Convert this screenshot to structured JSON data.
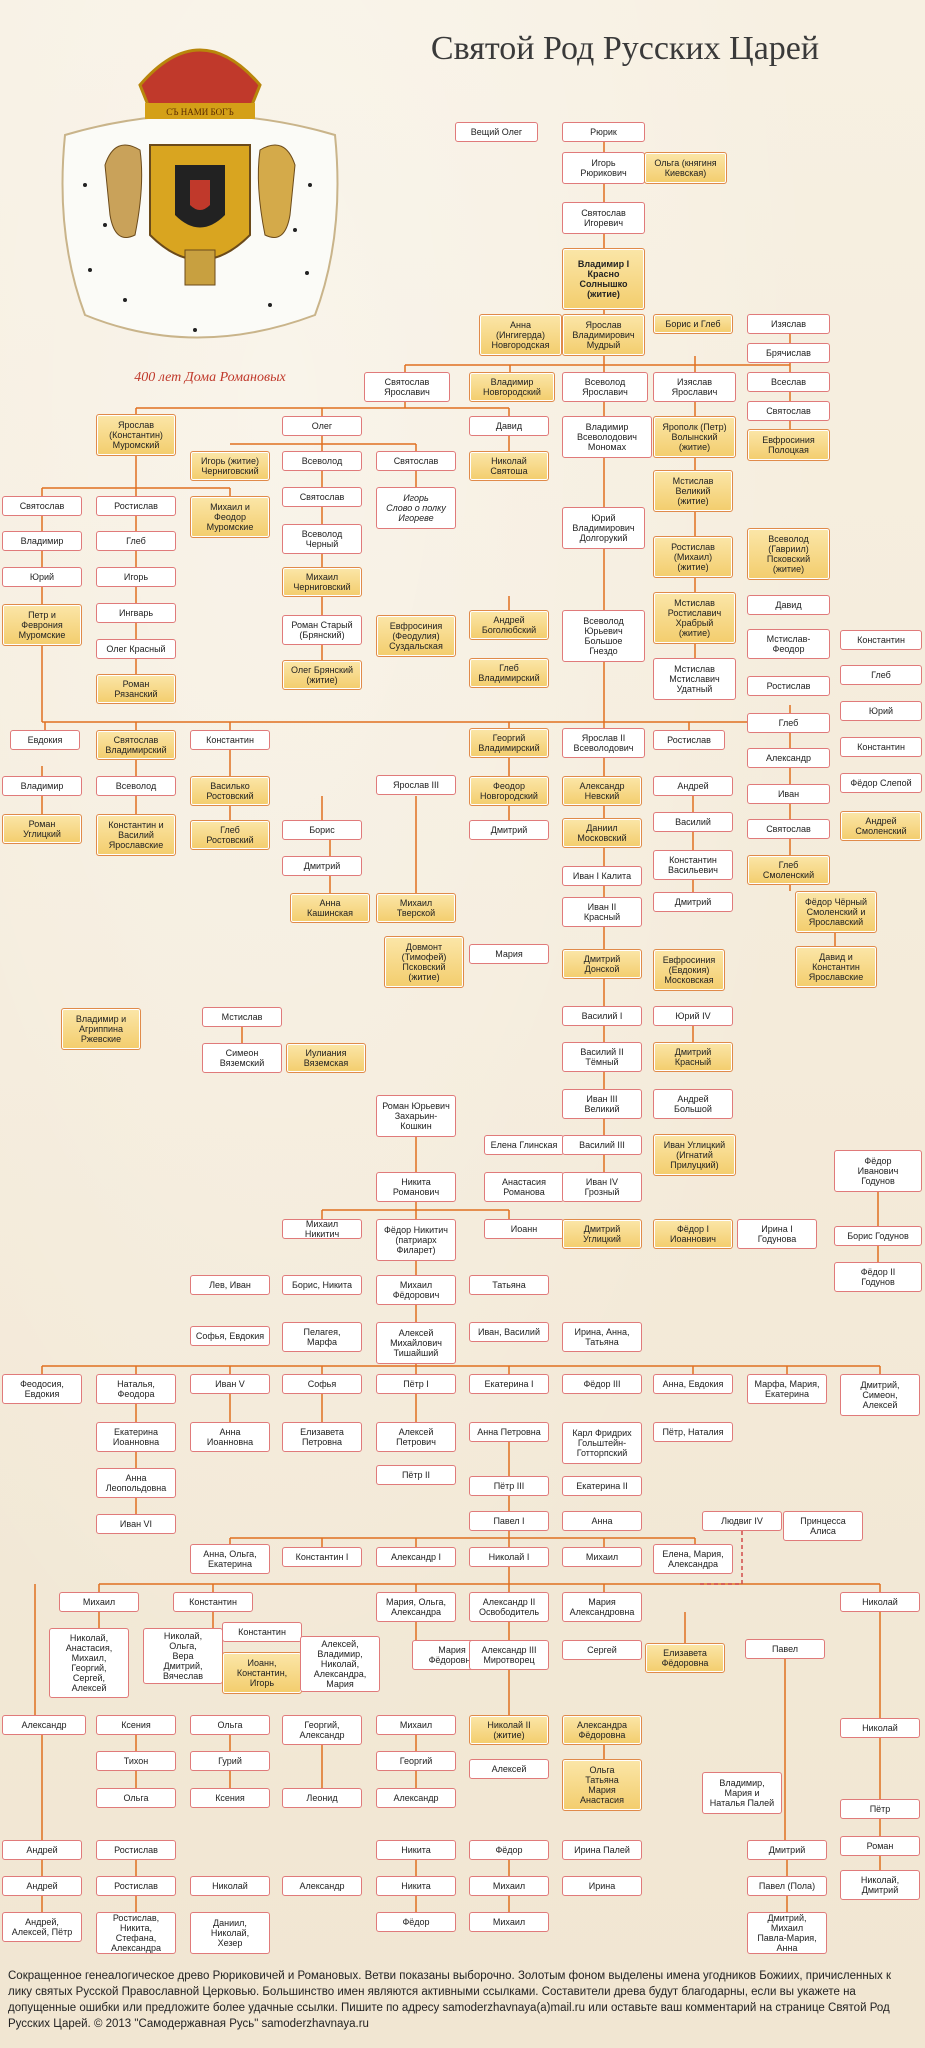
{
  "header": {
    "title": "Святой Род Русских Царей",
    "anniversary": "400 лет Дома Романовых",
    "crest_motto": "СЪ НАМИ БОГЪ"
  },
  "colors": {
    "line_primary": "#e07020",
    "line_secondary": "#d24a4a",
    "saint_fill": "#f3cd6d",
    "node_border": "#e07a7a"
  },
  "nodes": [
    {
      "t": "Вещий Олег"
    },
    {
      "t": "Рюрик"
    },
    {
      "t": "Игорь\nРюрикович"
    },
    {
      "t": "Ольга (княгиня\nКиевская)",
      "s": 1
    },
    {
      "t": "Святослав\nИгоревич"
    },
    {
      "t": "Владимир I\nКрасно\nСолнышко\n(житие)",
      "s": 1,
      "b": 1
    },
    {
      "t": "Анна\n(Ингигерда)\nНовгородская",
      "s": 1
    },
    {
      "t": "Ярослав\nВладимирович\nМудрый",
      "s": 1
    },
    {
      "t": "Борис и Глеб",
      "s": 1
    },
    {
      "t": "Изяслав"
    },
    {
      "t": "Брячислав"
    },
    {
      "t": "Всеслав"
    },
    {
      "t": "Святослав"
    },
    {
      "t": "Евфросиния\nПолоцкая",
      "s": 1
    },
    {
      "t": "Святослав\nЯрославич"
    },
    {
      "t": "Владимир\nНовгородский",
      "s": 1
    },
    {
      "t": "Всеволод\nЯрославич"
    },
    {
      "t": "Изяслав\nЯрославич"
    },
    {
      "t": "Ярослав\n(Константин)\nМуромский",
      "s": 1
    },
    {
      "t": "Олег"
    },
    {
      "t": "Давид"
    },
    {
      "t": "Владимир\nВсеволодович\nМономах"
    },
    {
      "t": "Ярополк (Петр)\nВолынский\n(житие)",
      "s": 1
    },
    {
      "t": "Игорь (житие)\nЧерниговский",
      "s": 1
    },
    {
      "t": "Всеволод"
    },
    {
      "t": "Святослав"
    },
    {
      "t": "Николай\nСвятоша",
      "s": 1
    },
    {
      "t": "Мстислав\nВеликий\n(житие)",
      "s": 1
    },
    {
      "t": "Святослав"
    },
    {
      "t": "Ростислав"
    },
    {
      "t": "Михаил и\nФеодор\nМуромские",
      "s": 1
    },
    {
      "t": "Святослав"
    },
    {
      "t": "Игорь\nСлово о полку\nИгореве",
      "i": 1
    },
    {
      "t": "Юрий\nВладимирович\nДолгорукий"
    },
    {
      "t": "Владимир"
    },
    {
      "t": "Глеб"
    },
    {
      "t": "Всеволод\nЧерный"
    },
    {
      "t": "Ростислав\n(Михаил)\n(житие)",
      "s": 1
    },
    {
      "t": "Всеволод\n(Гавриил)\nПсковский\n(житие)",
      "s": 1
    },
    {
      "t": "Юрий"
    },
    {
      "t": "Игорь"
    },
    {
      "t": "Михаил\nЧерниговский",
      "s": 1
    },
    {
      "t": "Давид"
    },
    {
      "t": "Петр и\nФеврония\nМуромские",
      "s": 1
    },
    {
      "t": "Ингварь"
    },
    {
      "t": "Роман Старый\n(Брянский)"
    },
    {
      "t": "Евфросиния\n(Феодулия)\nСуздальская",
      "s": 1
    },
    {
      "t": "Андрей\nБоголюбский",
      "s": 1
    },
    {
      "t": "Всеволод\nЮрьевич\nБольшое\nГнездо"
    },
    {
      "t": "Мстислав\nРостиславич\nХрабрый\n(житие)",
      "s": 1
    },
    {
      "t": "Мстислав-\nФеодор"
    },
    {
      "t": "Константин"
    },
    {
      "t": "Олег Красный"
    },
    {
      "t": "Олег Брянский\n(житие)",
      "s": 1
    },
    {
      "t": "Глеб\nВладимирский",
      "s": 1
    },
    {
      "t": "Мстислав\nМстиславич\nУдатный"
    },
    {
      "t": "Глеб"
    },
    {
      "t": "Роман\nРязанский",
      "s": 1
    },
    {
      "t": "Ростислав"
    },
    {
      "t": "Юрий"
    },
    {
      "t": "Евдокия"
    },
    {
      "t": "Святослав\nВладимирский",
      "s": 1
    },
    {
      "t": "Константин"
    },
    {
      "t": "Георгий\nВладимирский",
      "s": 1
    },
    {
      "t": "Ярослав II\nВсеволодович"
    },
    {
      "t": "Ростислав"
    },
    {
      "t": "Глеб"
    },
    {
      "t": "Константин"
    },
    {
      "t": "Владимир"
    },
    {
      "t": "Всеволод"
    },
    {
      "t": "Василько\nРостовский",
      "s": 1
    },
    {
      "t": "Ярослав III"
    },
    {
      "t": "Феодор\nНовгородский",
      "s": 1
    },
    {
      "t": "Александр\nНевский",
      "s": 1
    },
    {
      "t": "Андрей"
    },
    {
      "t": "Александр"
    },
    {
      "t": "Фёдор Слепой"
    },
    {
      "t": "Роман\nУглицкий",
      "s": 1
    },
    {
      "t": "Константин и\nВасилий\nЯрославские",
      "s": 1
    },
    {
      "t": "Глеб\nРостовский",
      "s": 1
    },
    {
      "t": "Борис"
    },
    {
      "t": "Дмитрий"
    },
    {
      "t": "Даниил\nМосковский",
      "s": 1
    },
    {
      "t": "Василий"
    },
    {
      "t": "Иван"
    },
    {
      "t": "Андрей\nСмоленский",
      "s": 1
    },
    {
      "t": "Дмитрий"
    },
    {
      "t": "Иван I Калита"
    },
    {
      "t": "Константин\nВасильевич"
    },
    {
      "t": "Святослав"
    },
    {
      "t": "Анна\nКашинская",
      "s": 1
    },
    {
      "t": "Михаил\nТверской",
      "s": 1
    },
    {
      "t": "Иван II\nКрасный"
    },
    {
      "t": "Дмитрий"
    },
    {
      "t": "Глеб\nСмоленский",
      "s": 1
    },
    {
      "t": "Фёдор Чёрный\nСмоленский и\nЯрославский",
      "s": 1
    },
    {
      "t": "Довмонт\n(Тимофей)\nПсковский\n(житие)",
      "s": 1
    },
    {
      "t": "Мария"
    },
    {
      "t": "Дмитрий\nДонской",
      "s": 1
    },
    {
      "t": "Евфросиния\n(Евдокия)\nМосковская",
      "s": 1
    },
    {
      "t": "Давид и\nКонстантин\nЯрославские",
      "s": 1
    },
    {
      "t": "Владимир и\nАгриппина\nРжевские",
      "s": 1
    },
    {
      "t": "Мстислав"
    },
    {
      "t": "Василий I"
    },
    {
      "t": "Юрий IV"
    },
    {
      "t": "Симеон\nВяземский"
    },
    {
      "t": "Иулиания\nВяземская",
      "s": 1
    },
    {
      "t": "Василий II\nТёмный"
    },
    {
      "t": "Дмитрий\nКрасный",
      "s": 1
    },
    {
      "t": "Иван III\nВеликий"
    },
    {
      "t": "Андрей\nБольшой"
    },
    {
      "t": "Роман Юрьевич\nЗахарьин-\nКошкин"
    },
    {
      "t": "Елена Глинская"
    },
    {
      "t": "Василий III"
    },
    {
      "t": "Иван Углицкий\n(Игнатий\nПрилуцкий)",
      "s": 1
    },
    {
      "t": "Фёдор\nИванович\nГодунов"
    },
    {
      "t": "Никита\nРоманович"
    },
    {
      "t": "Анастасия\nРоманова"
    },
    {
      "t": "Иван IV\nГрозный"
    },
    {
      "t": "Михаил\nНикитич"
    },
    {
      "t": "Фёдор Никитич\n(патриарх\nФиларет)"
    },
    {
      "t": "Иоанн"
    },
    {
      "t": "Дмитрий\nУглицкий",
      "s": 1
    },
    {
      "t": "Фёдор I\nИоаннович",
      "s": 1
    },
    {
      "t": "Ирина I\nГодунова"
    },
    {
      "t": "Борис Годунов"
    },
    {
      "t": "Лев, Иван"
    },
    {
      "t": "Борис, Никита"
    },
    {
      "t": "Михаил\nФёдорович"
    },
    {
      "t": "Татьяна"
    },
    {
      "t": "Фёдор II\nГодунов"
    },
    {
      "t": "Софья, Евдокия"
    },
    {
      "t": "Пелагея,\nМарфа"
    },
    {
      "t": "Алексей\nМихайлович\nТишайший"
    },
    {
      "t": "Иван, Василий"
    },
    {
      "t": "Ирина, Анна,\nТатьяна"
    },
    {
      "t": "Феодосия,\nЕвдокия"
    },
    {
      "t": "Наталья,\nФеодора"
    },
    {
      "t": "Иван V"
    },
    {
      "t": "Софья"
    },
    {
      "t": "Пётр I"
    },
    {
      "t": "Екатерина I"
    },
    {
      "t": "Фёдор III"
    },
    {
      "t": "Анна, Евдокия"
    },
    {
      "t": "Марфа, Мария,\nЕкатерина"
    },
    {
      "t": "Дмитрий,\nСимеон,\nАлексей"
    },
    {
      "t": "Екатерина\nИоанновна"
    },
    {
      "t": "Анна\nИоанновна"
    },
    {
      "t": "Елизавета\nПетровна"
    },
    {
      "t": "Алексей\nПетрович"
    },
    {
      "t": "Анна Петровна"
    },
    {
      "t": "Карл Фридрих\nГольштейн-\nГотторпский"
    },
    {
      "t": "Пётр, Наталия"
    },
    {
      "t": "Анна\nЛеопольдовна"
    },
    {
      "t": "Пётр II"
    },
    {
      "t": "Пётр III"
    },
    {
      "t": "Екатерина II"
    },
    {
      "t": "Иван VI"
    },
    {
      "t": "Павел I"
    },
    {
      "t": "Анна"
    },
    {
      "t": "Людвиг IV"
    },
    {
      "t": "Принцесса\nАлиса"
    },
    {
      "t": "Анна, Ольга,\nЕкатерина"
    },
    {
      "t": "Константин I"
    },
    {
      "t": "Александр I"
    },
    {
      "t": "Николай I"
    },
    {
      "t": "Михаил"
    },
    {
      "t": "Елена, Мария,\nАлександра"
    },
    {
      "t": "Михаил"
    },
    {
      "t": "Константин"
    },
    {
      "t": "Мария, Ольга,\nАлександра"
    },
    {
      "t": "Александр II\nОсвободитель"
    },
    {
      "t": "Мария\nАлександровна"
    },
    {
      "t": "Николай"
    },
    {
      "t": "Николай,\nАнастасия,\nМихаил,\nГеоргий,\nСергей,\nАлексей"
    },
    {
      "t": "Николай,\nОльга,\nВера\nДмитрий,\nВячеслав"
    },
    {
      "t": "Константин"
    },
    {
      "t": "Иоанн,\nКонстантин,\nИгорь",
      "s": 1
    },
    {
      "t": "Алексей,\nВладимир,\nНиколай,\nАлександра,\nМария"
    },
    {
      "t": "Мария\nФёдоровна"
    },
    {
      "t": "Александр III\nМиротворец"
    },
    {
      "t": "Сергей"
    },
    {
      "t": "Елизавета\nФёдоровна",
      "s": 1
    },
    {
      "t": "Павел"
    },
    {
      "t": "Александр"
    },
    {
      "t": "Ксения"
    },
    {
      "t": "Ольга"
    },
    {
      "t": "Георгий,\nАлександр"
    },
    {
      "t": "Михаил"
    },
    {
      "t": "Николай II\n(житие)",
      "s": 1
    },
    {
      "t": "Александра\nФёдоровна",
      "s": 1
    },
    {
      "t": "Николай"
    },
    {
      "t": "Тихон"
    },
    {
      "t": "Гурий"
    },
    {
      "t": "Георгий"
    },
    {
      "t": "Алексей"
    },
    {
      "t": "Ольга\nТатьяна\nМария\nАнастасия",
      "s": 1
    },
    {
      "t": "Владимир,\nМария и\nНаталья Палей"
    },
    {
      "t": "Ольга"
    },
    {
      "t": "Ксения"
    },
    {
      "t": "Леонид"
    },
    {
      "t": "Александр"
    },
    {
      "t": "Пётр"
    },
    {
      "t": "Андрей"
    },
    {
      "t": "Ростислав"
    },
    {
      "t": "Никита"
    },
    {
      "t": "Фёдор"
    },
    {
      "t": "Ирина Палей"
    },
    {
      "t": "Дмитрий"
    },
    {
      "t": "Роман"
    },
    {
      "t": "Андрей"
    },
    {
      "t": "Ростислав"
    },
    {
      "t": "Николай"
    },
    {
      "t": "Александр"
    },
    {
      "t": "Никита"
    },
    {
      "t": "Михаил"
    },
    {
      "t": "Ирина"
    },
    {
      "t": "Павел (Пола)"
    },
    {
      "t": "Николай,\nДмитрий"
    },
    {
      "t": "Андрей,\nАлексей, Пётр"
    },
    {
      "t": "Ростислав,\nНикита,\nСтефана,\nАлександра"
    },
    {
      "t": "Даниил,\nНиколай,\nХезер"
    },
    {
      "t": "Фёдор"
    },
    {
      "t": "Михаил"
    },
    {
      "t": "Дмитрий,\nМихаил\nПавла-Мария,\nАнна"
    }
  ],
  "footer": {
    "text": "Сокращенное генеалогическое древо Рюриковичей и Романовых. Ветви показаны выборочно. Золотым фоном выделены имена угодников Божиих, причисленных к лику святых Русской Православной Церковью. Большинство имен являются активными ссылками. Составители древа будут благодарны, если вы укажете на допущенные ошибки или предложите более удачные ссылки. Пишите по адресу samoderzhavnaya(a)mail.ru или оставьте ваш комментарий на странице Святой Род Русских Царей. © 2013 \"Самодержавная Русь\" samoderzhavnaya.ru"
  }
}
